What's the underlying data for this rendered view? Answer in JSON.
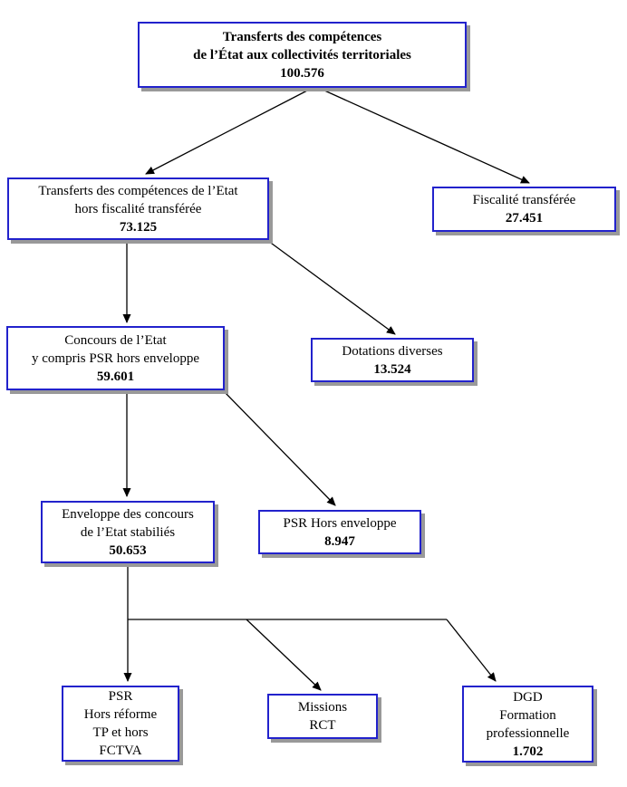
{
  "diagram": {
    "type": "flowchart",
    "language": "fr",
    "topic": "Transferts des compétences de l’État aux collectivités territoriales",
    "colors": {
      "node_border": "#2222cc",
      "node_shadow": "#999999",
      "node_background": "#ffffff",
      "text": "#000000",
      "arrow": "#000000"
    },
    "nodes": [
      {
        "id": "root",
        "lines": [
          "Transferts des compétences",
          "de l’État aux collectivités territoriales"
        ],
        "value": "100.576"
      },
      {
        "id": "hors-fiscalite",
        "lines": [
          "Transferts des compétences de l’Etat",
          "hors fiscalité transférée"
        ],
        "value": "73.125"
      },
      {
        "id": "fiscalite-transferee",
        "lines": [
          "Fiscalité transférée"
        ],
        "value": "27.451"
      },
      {
        "id": "concours-etat",
        "lines": [
          "Concours de l’Etat",
          "y compris PSR hors enveloppe"
        ],
        "value": "59.601"
      },
      {
        "id": "dotations-diverses",
        "lines": [
          "Dotations diverses"
        ],
        "value": "13.524"
      },
      {
        "id": "enveloppe-concours",
        "lines": [
          "Enveloppe des concours",
          "de l’Etat stabiliés"
        ],
        "value": "50.653"
      },
      {
        "id": "psr-hors-enveloppe",
        "lines": [
          "PSR Hors enveloppe"
        ],
        "value": "8.947"
      },
      {
        "id": "psr-hors-reforme",
        "lines": [
          "PSR",
          "Hors réforme",
          "TP et hors",
          "FCTVA"
        ]
      },
      {
        "id": "missions-rct",
        "lines": [
          "Missions",
          "RCT"
        ]
      },
      {
        "id": "dgd-formation",
        "lines": [
          "DGD",
          "Formation",
          "professionnelle"
        ],
        "value": "1.702"
      }
    ],
    "edges": [
      {
        "from": "root",
        "to": "hors-fiscalite"
      },
      {
        "from": "root",
        "to": "fiscalite-transferee"
      },
      {
        "from": "hors-fiscalite",
        "to": "concours-etat"
      },
      {
        "from": "hors-fiscalite",
        "to": "dotations-diverses"
      },
      {
        "from": "concours-etat",
        "to": "enveloppe-concours"
      },
      {
        "from": "concours-etat",
        "to": "psr-hors-enveloppe"
      },
      {
        "from": "enveloppe-concours",
        "to": "psr-hors-reforme"
      },
      {
        "from": "enveloppe-concours",
        "to": "missions-rct"
      },
      {
        "from": "enveloppe-concours",
        "to": "dgd-formation"
      }
    ]
  }
}
